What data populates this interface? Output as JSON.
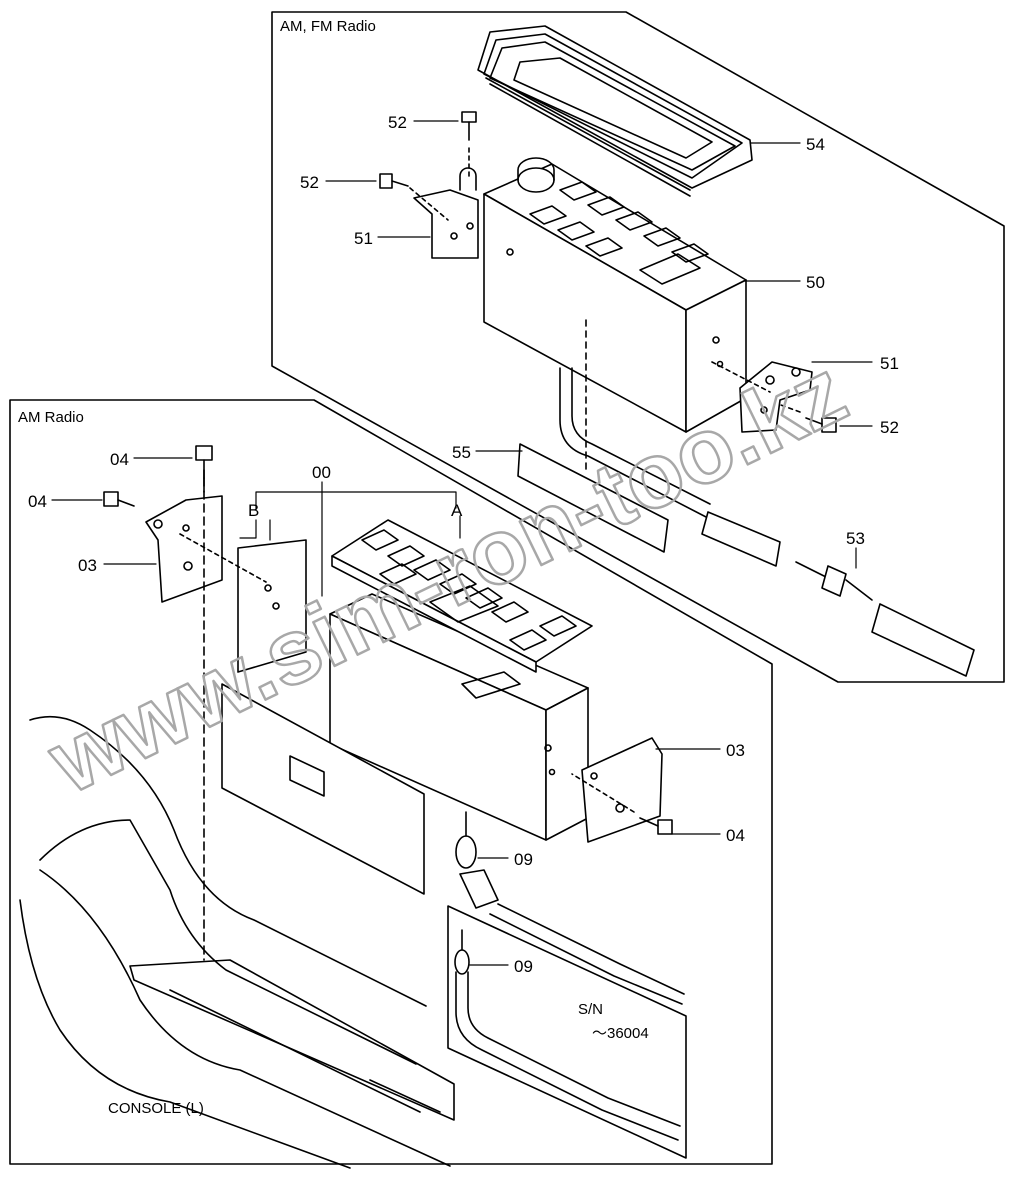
{
  "panels": {
    "am_fm_title": "AM, FM Radio",
    "am_title": "AM Radio"
  },
  "labels": {
    "l52a": "52",
    "l52b": "52",
    "l51a": "51",
    "l54": "54",
    "l50": "50",
    "l51b": "51",
    "l52c": "52",
    "l55": "55",
    "l53": "53",
    "l04a": "04",
    "l04b": "04",
    "l03a": "03",
    "l00": "00",
    "lA": "A",
    "lB": "B",
    "l03b": "03",
    "l04c": "04",
    "l09a": "09",
    "l09b": "09"
  },
  "serial": {
    "line1": "S/N",
    "line2": "～36004"
  },
  "console_label": "CONSOLE (L)",
  "watermark": "www.sim-ron-too.kz"
}
